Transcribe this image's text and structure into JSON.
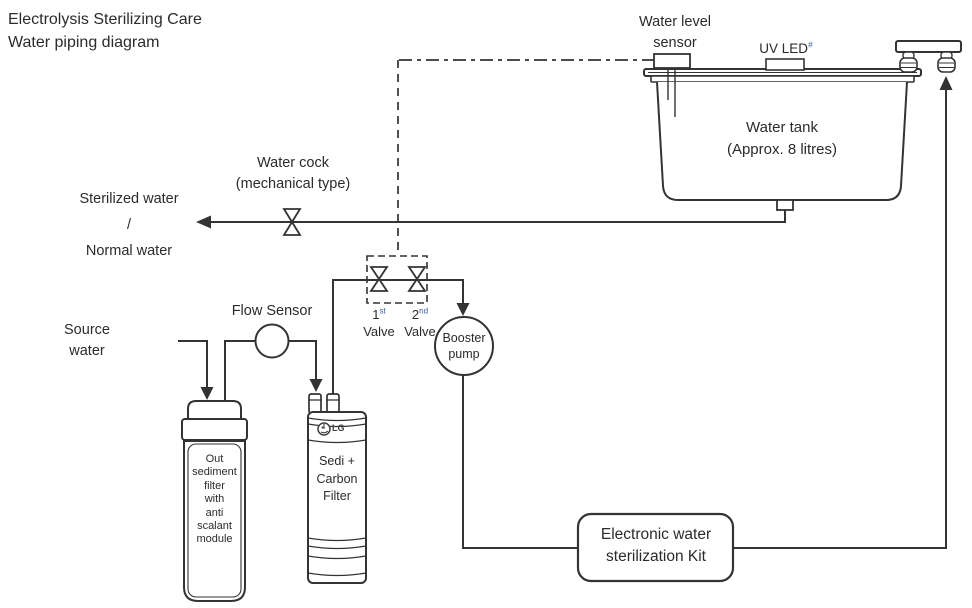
{
  "title": {
    "line1": "Electrolysis Sterilizing Care",
    "line2": "Water piping diagram"
  },
  "water_level_sensor": {
    "line1": "Water level",
    "line2": "sensor"
  },
  "uv_led": {
    "text": "UV LED",
    "superscript": "#"
  },
  "tank": {
    "line1": "Water tank",
    "line2": "(Approx. 8 litres)"
  },
  "water_cock": {
    "line1": "Water cock",
    "line2": "(mechanical type)"
  },
  "output": {
    "line1": "Sterilized water",
    "line2": "/",
    "line3": "Normal water"
  },
  "source": {
    "line1": "Source",
    "line2": "water"
  },
  "flow_sensor": {
    "label": "Flow Sensor"
  },
  "valves": {
    "v1_num": "1",
    "v1_sup": "st",
    "v2_num": "2",
    "v2_sup": "nd",
    "word": "Valve"
  },
  "booster_pump": {
    "line1": "Booster",
    "line2": "pump"
  },
  "sediment_filter": {
    "lines": [
      "Out",
      "sediment",
      "filter",
      "with",
      "anti",
      "scalant",
      "module"
    ]
  },
  "carbon_filter": {
    "brand": "LG",
    "lines": [
      "Sedi +",
      "Carbon",
      "Filter"
    ]
  },
  "kit": {
    "line1": "Electronic water",
    "line2": "sterilization Kit"
  },
  "colors": {
    "line": "#333333",
    "text": "#2b2b2b",
    "superscript_blue": "#3a5f9e",
    "background": "#ffffff"
  }
}
